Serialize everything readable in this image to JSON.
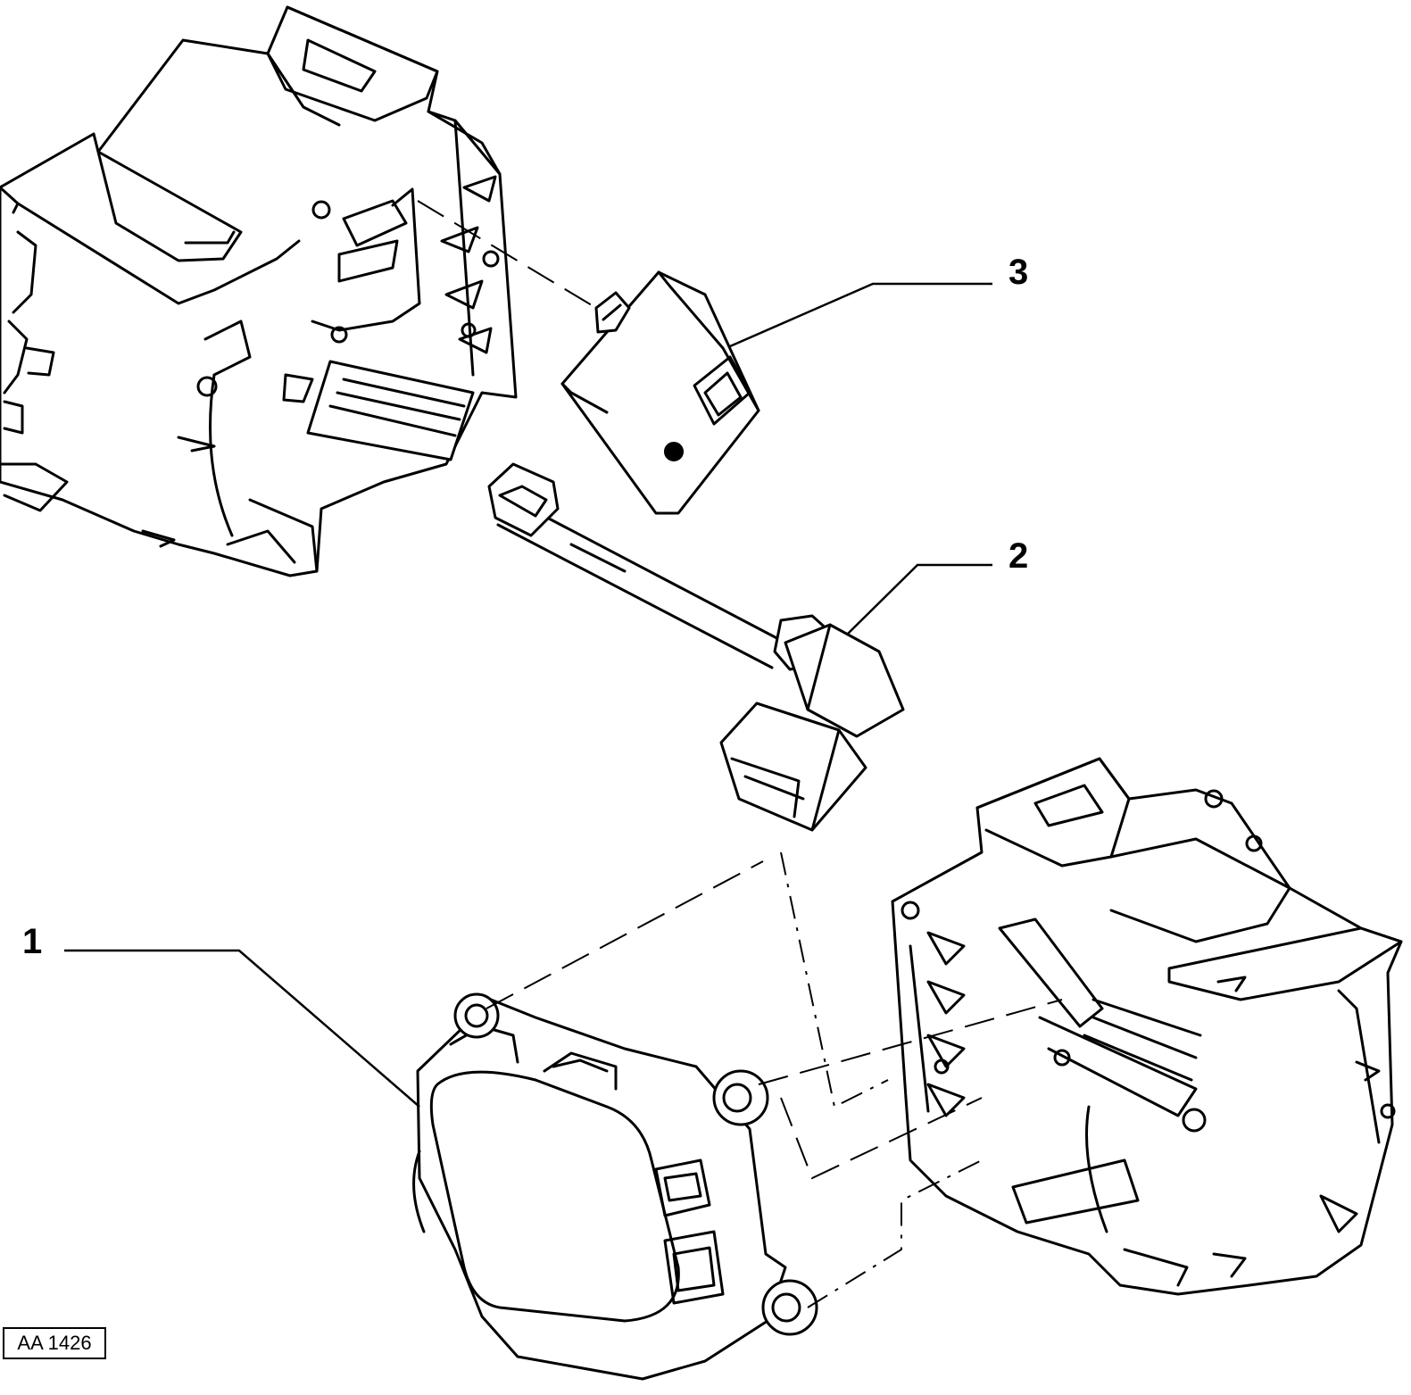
{
  "figure": {
    "code": "AA 1426"
  },
  "callouts": [
    {
      "id": "1",
      "label": "1"
    },
    {
      "id": "2",
      "label": "2"
    },
    {
      "id": "3",
      "label": "3"
    }
  ]
}
